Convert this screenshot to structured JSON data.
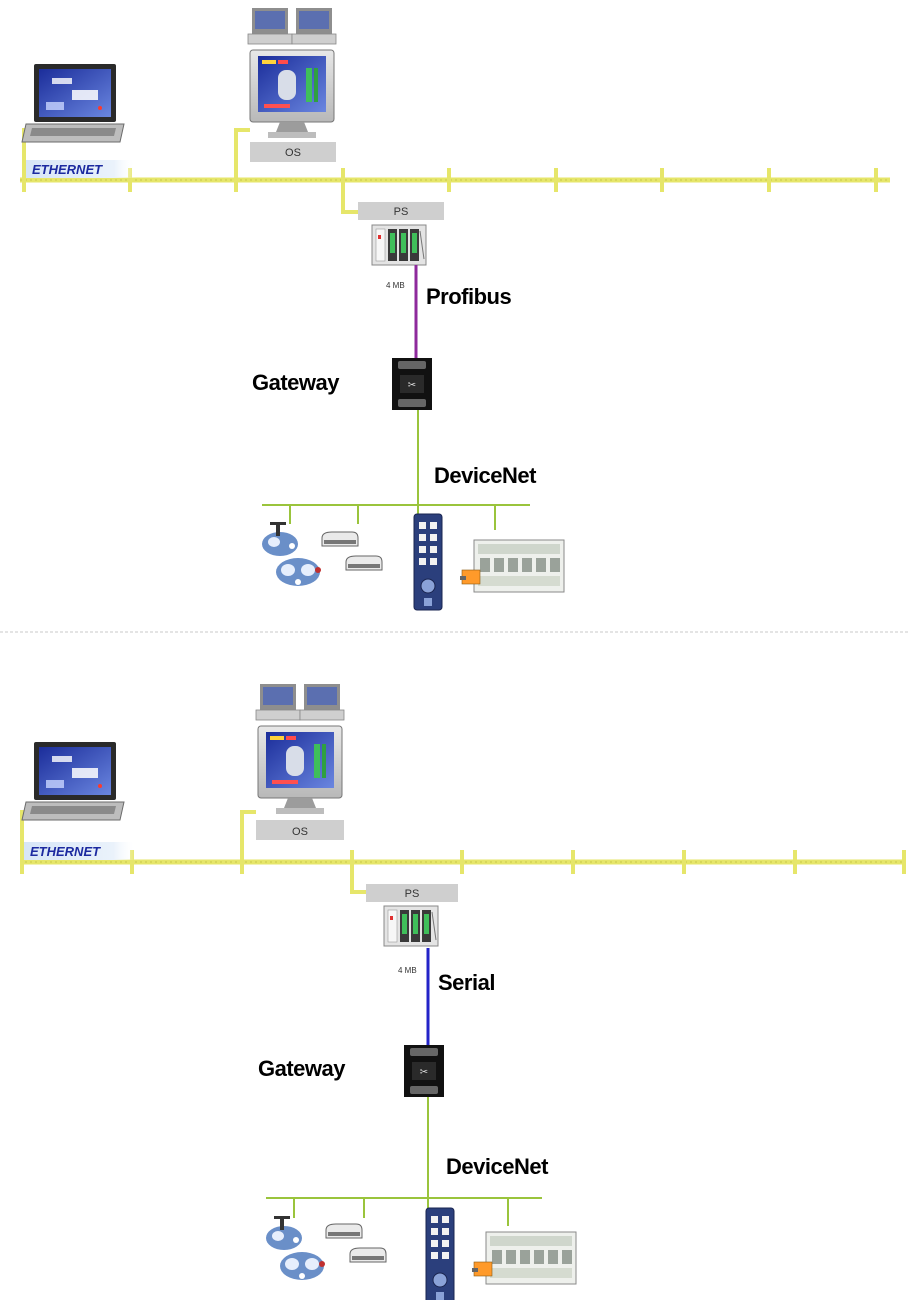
{
  "panels": [
    {
      "ethernet_label": "ETHERNET",
      "os_label": "OS",
      "ps_label": "PS",
      "mb_label": "4 MB",
      "fieldbus_label": "Profibus",
      "fieldbus_color": "#8e2a9c",
      "gateway_label": "Gateway",
      "devicenet_label": "DeviceNet"
    },
    {
      "ethernet_label": "ETHERNET",
      "os_label": "OS",
      "ps_label": "PS",
      "mb_label": "4 MB",
      "fieldbus_label": "Serial",
      "fieldbus_color": "#2323c8",
      "gateway_label": "Gateway",
      "devicenet_label": "DeviceNet"
    }
  ],
  "colors": {
    "ethernet_bus": "#e6e66a",
    "devicenet_bus": "#9ac43c",
    "divider": "#c8c8c8"
  },
  "icons": [
    "laptop-icon",
    "operator-station-icon",
    "plc-rack-icon",
    "gateway-icon",
    "actuator-icon",
    "sensor-icon",
    "io-block-icon",
    "io-module-icon"
  ]
}
